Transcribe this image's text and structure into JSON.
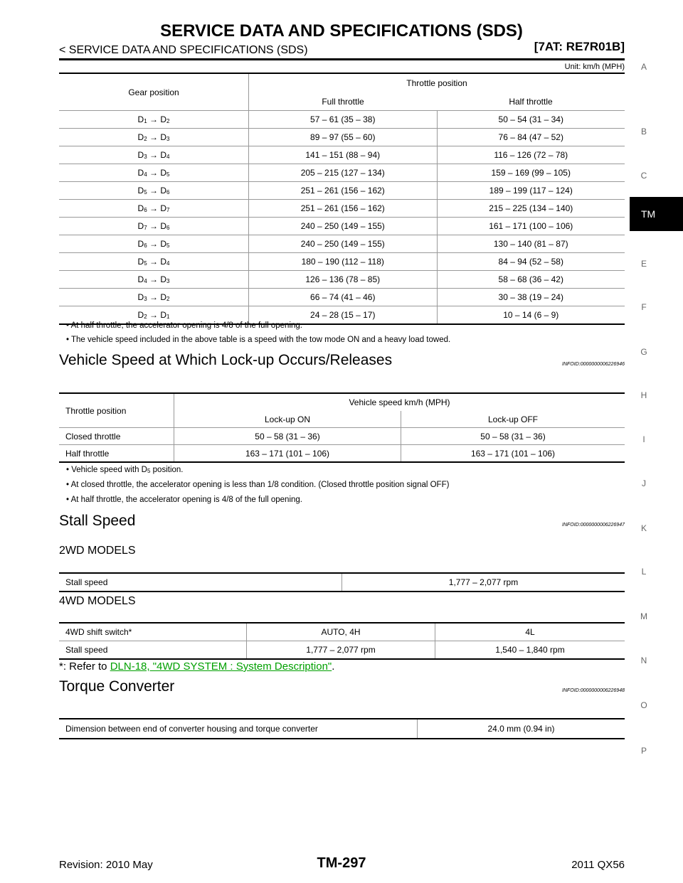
{
  "header": {
    "title": "SERVICE DATA AND SPECIFICATIONS (SDS)",
    "subtitle": "< SERVICE DATA AND SPECIFICATIONS (SDS)",
    "code": "[7AT: RE7R01B]",
    "unit": "Unit: km/h (MPH)"
  },
  "side_index": [
    "A",
    "B",
    "C",
    "TM",
    "E",
    "F",
    "G",
    "H",
    "I",
    "J",
    "K",
    "L",
    "M",
    "N",
    "O",
    "P"
  ],
  "side_active": "TM",
  "shift_table": {
    "col_gear": "Gear position",
    "col_throttle": "Throttle position",
    "col_full": "Full throttle",
    "col_half": "Half throttle",
    "arrow": "→",
    "rows": [
      {
        "from": "D",
        "fs": "1",
        "to": "D",
        "ts": "2",
        "full": "57 – 61 (35 – 38)",
        "half": "50 – 54 (31 – 34)"
      },
      {
        "from": "D",
        "fs": "2",
        "to": "D",
        "ts": "3",
        "full": "89 – 97 (55 – 60)",
        "half": "76 – 84 (47 – 52)"
      },
      {
        "from": "D",
        "fs": "3",
        "to": "D",
        "ts": "4",
        "full": "141 – 151 (88 – 94)",
        "half": "116 – 126 (72 – 78)"
      },
      {
        "from": "D",
        "fs": "4",
        "to": "D",
        "ts": "5",
        "full": "205 – 215 (127 – 134)",
        "half": "159 – 169 (99 – 105)"
      },
      {
        "from": "D",
        "fs": "5",
        "to": "D",
        "ts": "6",
        "full": "251 – 261 (156 – 162)",
        "half": "189 – 199 (117 – 124)"
      },
      {
        "from": "D",
        "fs": "6",
        "to": "D",
        "ts": "7",
        "full": "251 – 261 (156 – 162)",
        "half": "215 – 225 (134 – 140)"
      },
      {
        "from": "D",
        "fs": "7",
        "to": "D",
        "ts": "6",
        "full": "240 – 250 (149 – 155)",
        "half": "161 – 171 (100 – 106)"
      },
      {
        "from": "D",
        "fs": "6",
        "to": "D",
        "ts": "5",
        "full": "240 – 250 (149 – 155)",
        "half": "130 – 140 (81 – 87)"
      },
      {
        "from": "D",
        "fs": "5",
        "to": "D",
        "ts": "4",
        "full": "180 – 190 (112 – 118)",
        "half": "84 – 94 (52 – 58)"
      },
      {
        "from": "D",
        "fs": "4",
        "to": "D",
        "ts": "3",
        "full": "126 – 136 (78 – 85)",
        "half": "58 – 68 (36 – 42)"
      },
      {
        "from": "D",
        "fs": "3",
        "to": "D",
        "ts": "2",
        "full": "66 – 74 (41 – 46)",
        "half": "30 – 38 (19 – 24)"
      },
      {
        "from": "D",
        "fs": "2",
        "to": "D",
        "ts": "1",
        "full": "24 – 28 (15 – 17)",
        "half": "10 – 14 (6 – 9)"
      }
    ],
    "notes": [
      "At half throttle, the accelerator opening is 4/8 of the full opening.",
      "The vehicle speed included in the above table is a speed with the tow mode ON and a heavy load towed."
    ]
  },
  "lockup": {
    "heading": "Vehicle Speed at Which Lock-up Occurs/Releases",
    "infoid": "INFOID:0000000006226946",
    "col_throttle": "Throttle position",
    "col_speed": "Vehicle speed    km/h (MPH)",
    "col_on": "Lock-up ON",
    "col_off": "Lock-up OFF",
    "rows": [
      {
        "label": "Closed throttle",
        "on": "50 – 58 (31 – 36)",
        "off": "50 – 58 (31 – 36)"
      },
      {
        "label": "Half throttle",
        "on": "163 – 171 (101 – 106)",
        "off": "163 – 171 (101 – 106)"
      }
    ],
    "note1_pre": "Vehicle speed with D",
    "note1_sub": "5",
    "note1_post": " position.",
    "note2": "At closed throttle, the accelerator opening is less than 1/8 condition. (Closed throttle position signal OFF)",
    "note3": "At half throttle, the accelerator opening is 4/8 of the full opening."
  },
  "stall": {
    "heading": "Stall Speed",
    "infoid": "INFOID:0000000006226947",
    "sub_2wd": "2WD MODELS",
    "stall_label": "Stall speed",
    "stall_2wd": "1,777 – 2,077 rpm",
    "sub_4wd": "4WD MODELS",
    "switch_label": "4WD shift switch*",
    "col_auto": "AUTO, 4H",
    "col_4l": "4L",
    "stall_4wd_auto": "1,777 – 2,077 rpm",
    "stall_4wd_4l": "1,540 – 1,840 rpm",
    "ref_pre": "*: Refer to ",
    "ref_link": "DLN-18, \"4WD SYSTEM : System Description\"",
    "ref_post": "."
  },
  "torque": {
    "heading": "Torque Converter",
    "infoid": "INFOID:0000000006226948",
    "label": "Dimension between end of converter housing and torque converter",
    "value": "24.0 mm (0.94 in)"
  },
  "footer": {
    "revision": "Revision: 2010 May",
    "page": "TM-297",
    "model": "2011 QX56"
  },
  "colors": {
    "link": "#00a000",
    "side_active_bg": "#000000",
    "side_text": "#666666"
  }
}
